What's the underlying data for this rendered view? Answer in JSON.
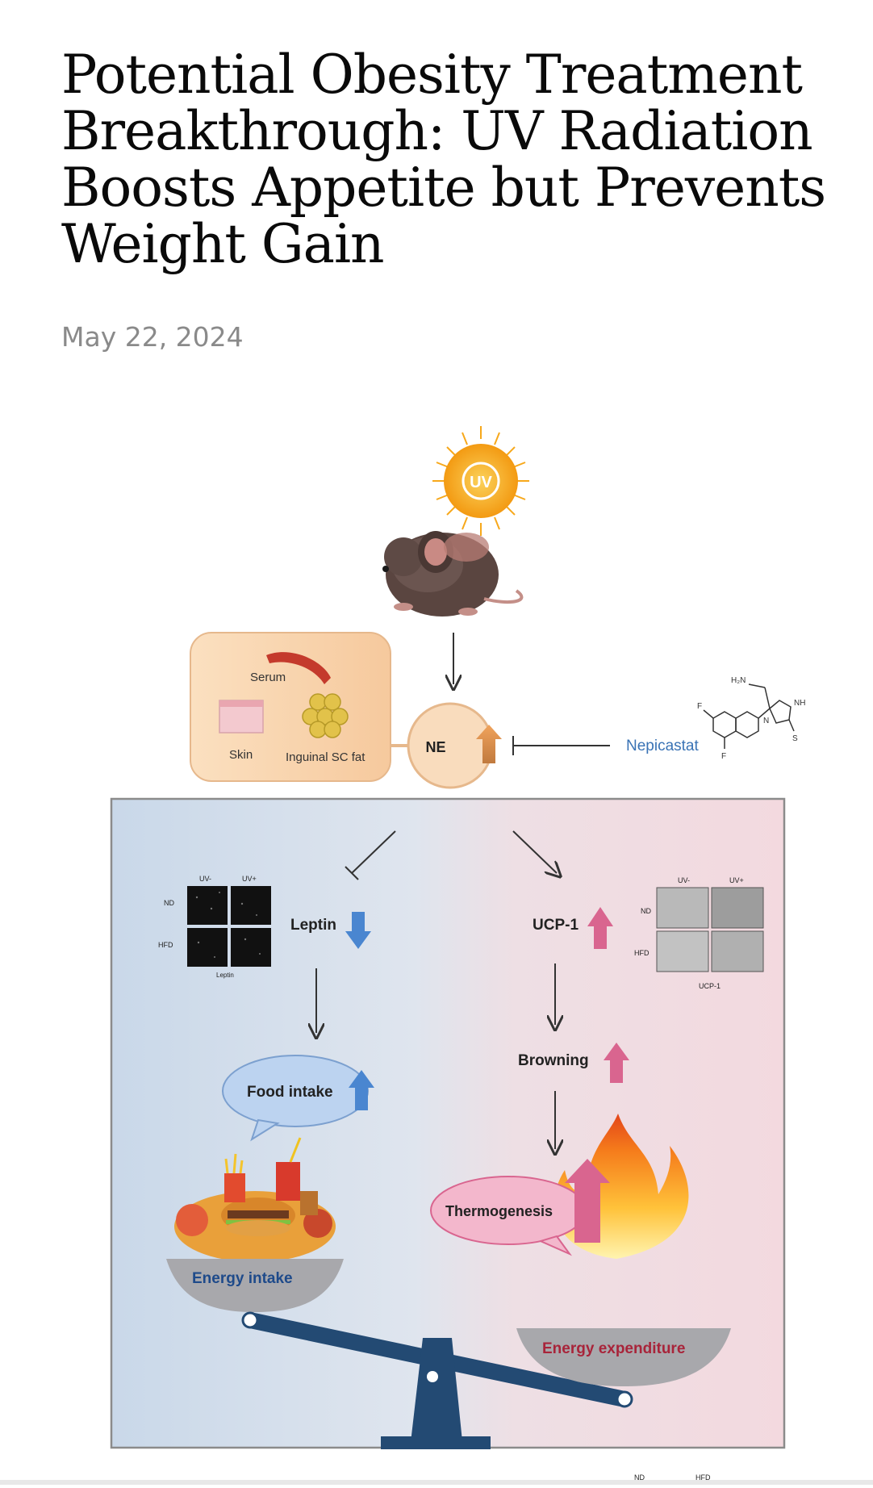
{
  "article": {
    "title": "Potential Obesity Treatment Breakthrough: UV Radiation Boosts Appetite but Prevents Weight Gain",
    "date": "May 22, 2024"
  },
  "figure": {
    "sun_label": "UV",
    "tissue_labels": {
      "serum": "Serum",
      "skin": "Skin",
      "fat": "Inguinal SC fat"
    },
    "ne_label": "NE",
    "inhibitor_label": "Nepicastat",
    "molecule_labels": {
      "amine": "H₂N",
      "nh": "NH",
      "s": "S",
      "n": "N",
      "f1": "F",
      "f2": "F"
    },
    "leptin_panel": {
      "col1": "UV-",
      "col2": "UV+",
      "row1": "ND",
      "row2": "HFD",
      "caption": "Leptin"
    },
    "leptin_label": "Leptin",
    "food_intake_label": "Food intake",
    "energy_intake_label": "Energy intake",
    "ucp_panel": {
      "col1": "UV-",
      "col2": "UV+",
      "row1": "ND",
      "row2": "HFD",
      "caption": "UCP-1"
    },
    "ucp1_label": "UCP-1",
    "browning_label": "Browning",
    "thermogenesis_label": "Thermogenesis",
    "energy_expenditure_label": "Energy expenditure",
    "next_figure_labels": {
      "nd": "ND",
      "hfd": "HFD"
    },
    "colors": {
      "sun": "#f7a81b",
      "blue_panel": "#cfdcea",
      "pink_panel": "#f1dbe0",
      "blue_arrow": "#4a86d0",
      "pink_arrow": "#d9658f",
      "orange_box": "#f8d6b0",
      "seesaw": "#234a73"
    }
  }
}
